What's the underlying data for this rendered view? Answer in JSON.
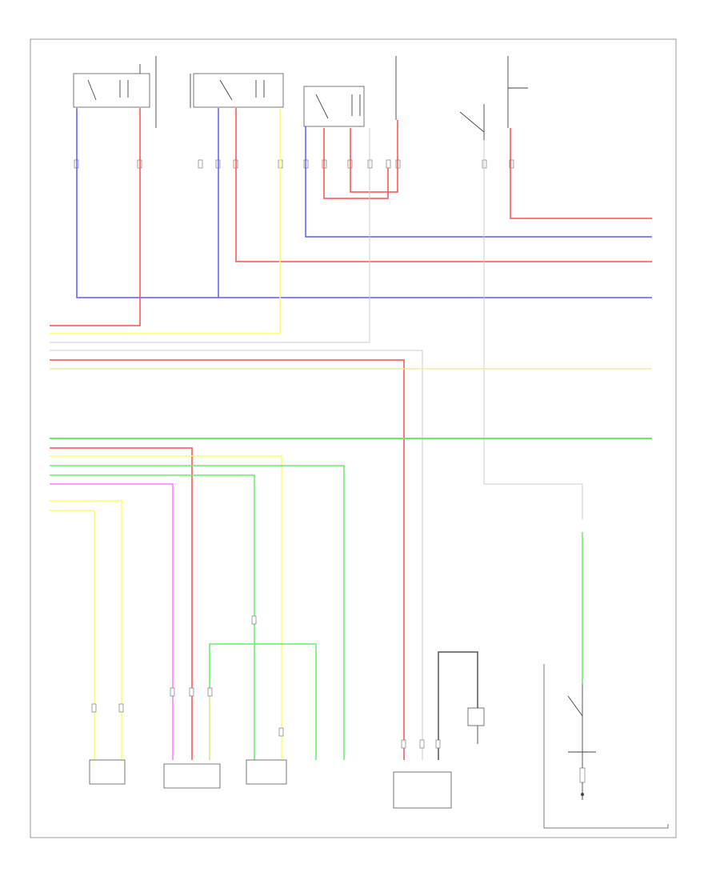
{
  "diagram": {
    "footer_code": "",
    "colors": {
      "red": "#ff4d4d",
      "blue": "#5b5bff",
      "yellow": "#ffff66",
      "green": "#66ee66",
      "pink": "#ff77ff",
      "gray": "#cccccc",
      "lightyellow": "#f5e6a0",
      "darkgray": "#555555"
    },
    "components": [
      {
        "id": "cond-fan-relay",
        "label": ""
      },
      {
        "id": "fan-relay",
        "label": ""
      },
      {
        "id": "compressor-relay",
        "label": ""
      },
      {
        "id": "hvac-switch",
        "label": ""
      },
      {
        "id": "ac-temp-sensor",
        "label": ""
      },
      {
        "id": "ac-pressure-sensor",
        "label": ""
      },
      {
        "id": "evap-temp-sensor",
        "label": ""
      },
      {
        "id": "clutch-diode",
        "label": ""
      },
      {
        "id": "clutch-control",
        "label": ""
      },
      {
        "id": "compressor-clutch",
        "label": ""
      }
    ]
  }
}
